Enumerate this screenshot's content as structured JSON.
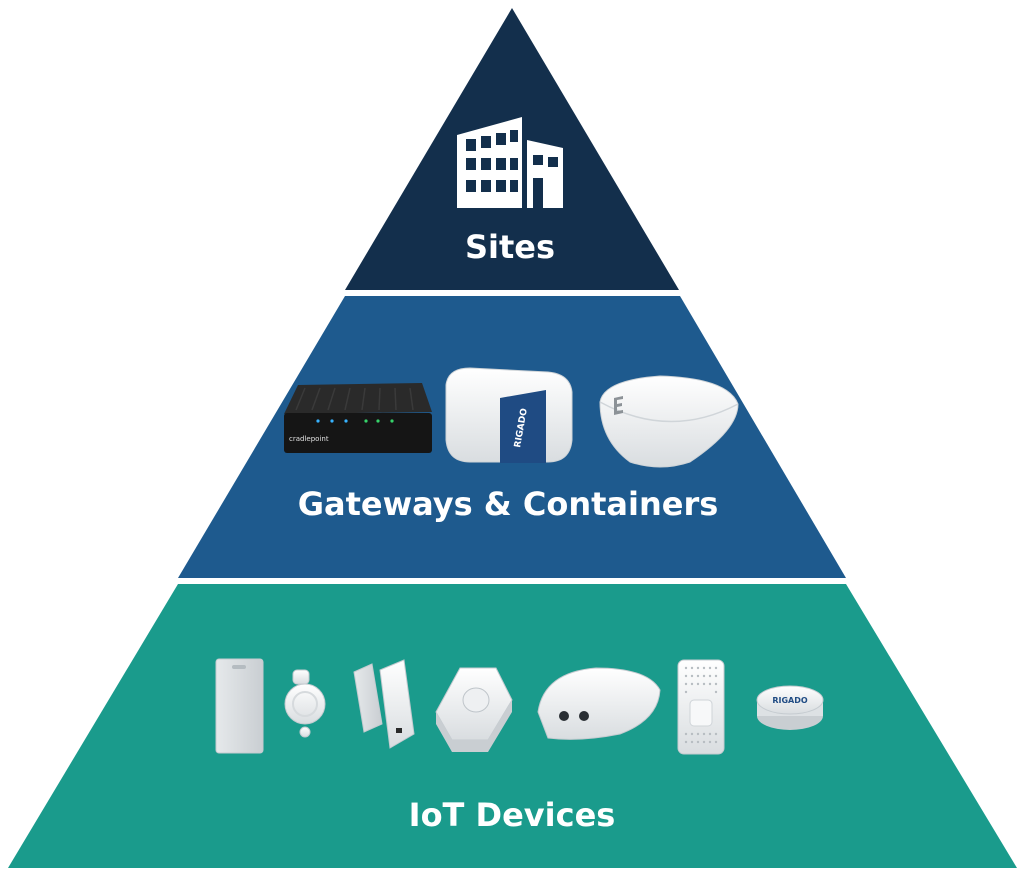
{
  "pyramid": {
    "tiers": [
      {
        "id": "sites",
        "label": "Sites",
        "color": "#132f4c",
        "icon": "building-icon"
      },
      {
        "id": "gateways",
        "label": "Gateways & Containers",
        "color": "#1e5a8e",
        "devices": [
          "cradlepoint-router",
          "rigado-gateway",
          "extreme-access-point"
        ],
        "device_labels": {
          "cradlepoint": "cradlepoint",
          "rigado": "RIGADO"
        }
      },
      {
        "id": "iot",
        "label": "IoT Devices",
        "color": "#1a9b8c",
        "devices": [
          "badge-tag",
          "pendant-sensor",
          "door-sensor",
          "motion-sensor",
          "people-counter",
          "environment-sensor",
          "button-beacon"
        ],
        "device_labels": {
          "beacon": "RIGADO"
        }
      }
    ],
    "separator_color": "#ffffff"
  }
}
